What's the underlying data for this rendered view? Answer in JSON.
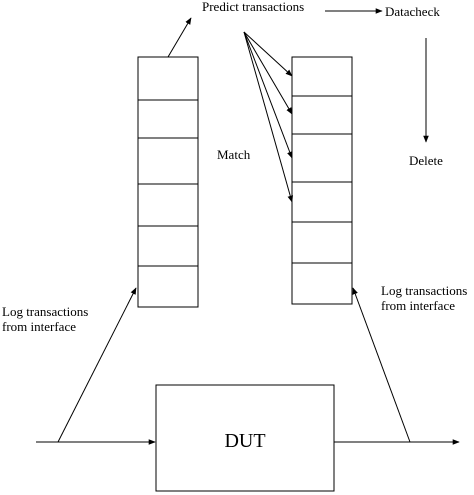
{
  "labels": {
    "predict": "Predict transactions",
    "datacheck": "Datacheck",
    "match": "Match",
    "delete": "Delete",
    "log_left_1": "Log transactions",
    "log_left_2": "from interface",
    "log_right_1": "Log transactions",
    "log_right_2": "from interface",
    "dut": "DUT"
  }
}
